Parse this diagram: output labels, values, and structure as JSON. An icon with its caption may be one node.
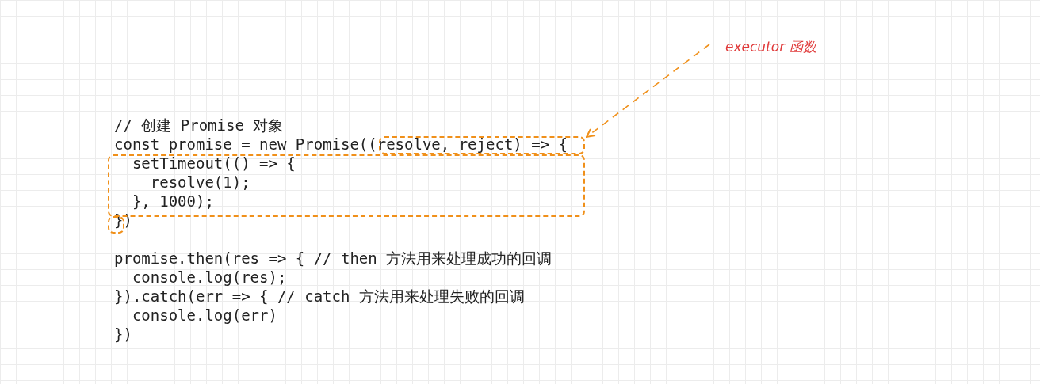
{
  "diagram": {
    "nodes": [
      {
        "text": [
          "executor 函数"
        ]
      },
      {
        "text": [],
        "shape": "box"
      },
      {
        "text": [],
        "shape": "box"
      },
      {
        "text": [],
        "shape": "box"
      }
    ],
    "edges": [
      {
        "from": 0,
        "to": 1,
        "arrow": "to",
        "style": "dashed"
      }
    ],
    "labels": [
      "// 创建 Promise 对象",
      "const promise = new Promise((resolve, reject) => {",
      "setTimeout(() => {",
      "resolve(1);",
      "}, 1000);",
      "})",
      "promise.then(res => { // then 方法用来处理成功的回调",
      "console.log(res);",
      "}).catch(err => { // catch 方法用来处理失败的回调",
      "console.log(err)",
      "})"
    ]
  }
}
